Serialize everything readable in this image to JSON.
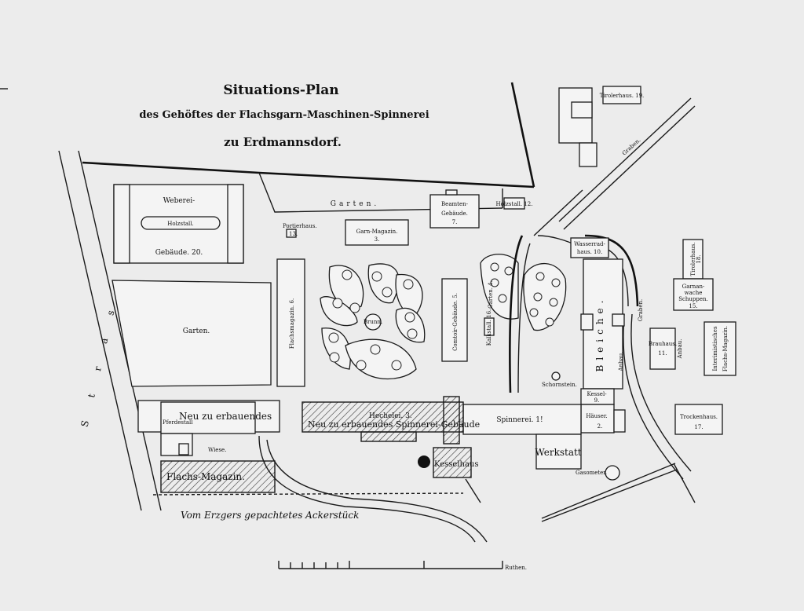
{
  "title": {
    "line1": "Situations-Plan",
    "line2": "des Gehöftes der Flachsgarn-Maschinen-Spinnerei",
    "line3": "zu Erdmannsdorf."
  },
  "street": {
    "label": "Strasse"
  },
  "labels": {
    "weberei": "Weberei-",
    "holzstall": "Holzstall.",
    "gebaeude20": "Gebäude. 20.",
    "garten_left": "Garten.",
    "garten_top": "Garten.",
    "flachsmagazin": "Flachsmagazin. 6.",
    "portierhaus": "Portierhaus.",
    "portier_no": "13.",
    "garnmagazin": "Garn-Magazin.",
    "garnmagazin_no": "3.",
    "beamten1": "Beamten-",
    "beamten2": "Gebäude.",
    "beamten_no": "7.",
    "holzstall12": "Holzstall. 12.",
    "comtoir": "Comtoir-Gebäude. 5.",
    "brunnen": "Brunn.",
    "garten_mid": "Garten. 4.",
    "kalkstall": "Kalkstall. 16.",
    "bleiche": "Bleiche.",
    "anbau1": "Anbau.",
    "anbau2": "Anbau.",
    "wasserrad": "Wasserrad-",
    "wasserrad_no": "haus. 10.",
    "kessel": "Kessel-",
    "kessel_no": "9.",
    "haeuser": "Häuser.",
    "haeuser_no": "2.",
    "spinnerei": "Spinnerei. 1!",
    "hechel": "Hechelei. 3.",
    "neu_spinnerei": "Neu zu erbauendes Spinnerei-Gebäude",
    "neu_left": "Neu zu erbauendes",
    "kesselhaus": "Kesselhaus",
    "werkstatt": "Werkstatt",
    "gasometer": "Gasometer.",
    "schornstein": "Schornstein.",
    "flachsmagazin_new": "Flachs-Magazin.",
    "wiese": "Wiese.",
    "pferdestall": "Pferdestall",
    "trockenhaus": "Trockenhaus.",
    "trockenhaus_no": "17.",
    "brauhaus": "Brauhaus.",
    "brauhaus_no": "11.",
    "interimistisches": "Interimistisches",
    "flachs_magazin_r": "Flachs-Magazin.",
    "tirolerhaus": "Tirolerhaus.",
    "tirolerhaus_no": "18.",
    "tirolerhaus19": "Tirolerhaus. 19.",
    "garnan": "Garnan-",
    "garnan2": "wache",
    "schuppen": "Schuppen.",
    "schuppen_no": "15.",
    "graben": "Graben.",
    "graben2": "Graben.",
    "acker": "Vom Erzgers gepachtetes Ackerstück",
    "scale_unit": "Ruthen."
  },
  "colors": {
    "ink": "#1a1a1a",
    "paper": "#ececec"
  }
}
